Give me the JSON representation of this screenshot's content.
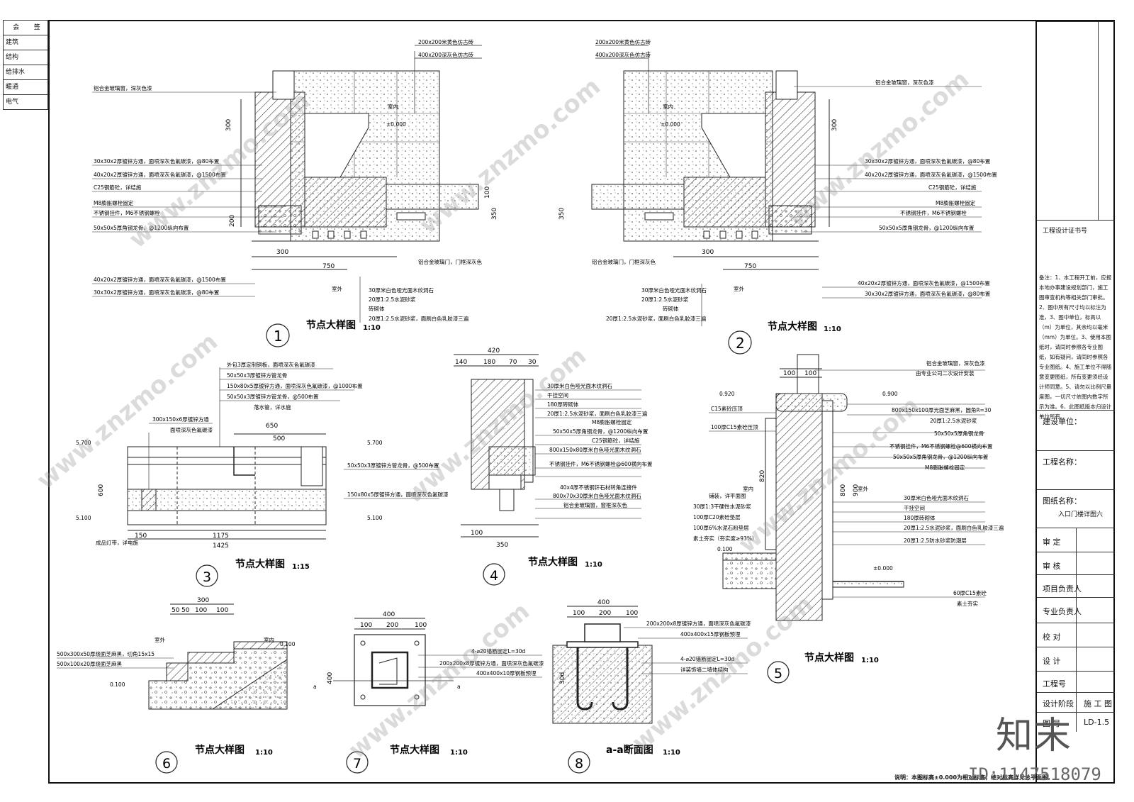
{
  "sign_table": {
    "header": [
      "会",
      "签"
    ],
    "rows": [
      "建筑",
      "结构",
      "给排水",
      "暖通",
      "电气"
    ]
  },
  "title_block": {
    "cert": "工程设计证书号",
    "notes": "备注：1、本工程开工前，应报本地办事建设规划部门，施工图审查机构等相关部门审批。2、图中所有尺寸均以标注为准，3、图中单位，标高以（m）为单位，其余均以毫米（mm）为单位。3、使用本图纸时，请同时参照各专业图纸，如有疑问，请同时参照各专业图纸。4、施工单位不得随意变更图纸，所有变更须经设计师同意。5、请勿以比例尺量度图，一切尺寸依图内数字所示为准。6、此图纸版本归设计单位所有。",
    "client": "建设单位：",
    "project": "工程名称：",
    "drawing_name_label": "图纸名称：",
    "drawing_name": "入口门楼详图六",
    "roles": [
      "审  定",
      "审  核",
      "项目负责人",
      "专业负责人",
      "校  对",
      "设  计",
      "工程号",
      "设计阶段",
      "图  号"
    ],
    "stage": "施 工 图",
    "drawing_no": "LD-1.5"
  },
  "details": [
    {
      "num": "1",
      "title": "节点大样图",
      "scale": "1:10"
    },
    {
      "num": "2",
      "title": "节点大样图",
      "scale": "1:10"
    },
    {
      "num": "3",
      "title": "节点大样图",
      "scale": "1:15"
    },
    {
      "num": "4",
      "title": "节点大样图",
      "scale": "1:10"
    },
    {
      "num": "5",
      "title": "节点大样图",
      "scale": "1:10"
    },
    {
      "num": "6",
      "title": "节点大样图",
      "scale": "1:10"
    },
    {
      "num": "7",
      "title": "节点大样图",
      "scale": "1:10"
    },
    {
      "num": "8",
      "title": "a-a断面图",
      "scale": "1:10"
    }
  ],
  "labels": {
    "d1_top": [
      "200x200米黄色仿古砖",
      "400x200深灰色仿古砖"
    ],
    "d1_left": [
      "铝合金玻璃窗，深灰色漆",
      "30x30x2厚镀锌方通，面喷深灰色氟碳漆，@80布置",
      "40x20x2厚镀锌方通，面喷深灰色氟碳漆，@1500布置",
      "C25钢筋砼，详结施",
      "M8膨胀螺栓固定",
      "不锈钢挂件，M6不锈钢螺栓",
      "50x50x5厚角钢龙骨，@1200纵向布置"
    ],
    "d1_bottom": [
      "40x20x2厚镀锌方通，面喷深灰色氟碳漆，@1500布置",
      "30x30x2厚镀锌方通，面喷深灰色氟碳漆，@80布置"
    ],
    "d1_finish": [
      "30厚米白色哑光面木纹洞石",
      "20厚1:2.5水泥砂浆",
      "砖砌体",
      "20厚1:2.5水泥砂浆，面刷白色乳胶漆三遍"
    ],
    "indoor": "室内",
    "outdoor": "室外",
    "elev0": "±0.000",
    "door": "铝合金玻璃门，门框深灰色",
    "d3": [
      "外包3厚定制铜板，面喷深灰色氟碳漆",
      "50x50x3厚镀锌方管龙骨",
      "150x80x5厚镀锌方通，面喷深灰色氟碳漆，@1000布置",
      "50x50x3厚镀锌方管龙骨，@500布置",
      "300x150x6厚镀锌方通",
      "面喷深灰色氟碳漆",
      "落水管，详水施",
      "50x50x3厚镀锌方管龙骨，@500布置",
      "150x80x5厚镀锌方通，面喷深灰色氟碳漆",
      "成品灯带，详电施"
    ],
    "d3_elev": [
      "5.700",
      "5.700",
      "5.100",
      "5.100"
    ],
    "d4": [
      "30厚米白色哑光面木纹洞石",
      "干挂空间",
      "180厚砖砌体",
      "20厚1:2.5水泥砂浆，面刷白色乳胶漆三遍",
      "M8膨胀螺栓固定",
      "50x50x5厚角钢龙骨，@1200纵向布置",
      "C25钢筋砼，详结施",
      "800x150x80厚米白色哑光面木纹洞石",
      "不锈钢挂件，M6不锈钢螺栓@600横向布置",
      "40x4厚不锈钢钎石材转角连接件",
      "800x70x30厚米白色哑光面木纹洞石",
      "铝合金玻璃窗，窗框深灰色"
    ],
    "d5": [
      "铝合金玻璃窗，深灰色漆",
      "由专业公司二次设计安装",
      "800x150x100厚光面芝麻黑，圆角R=30",
      "20厚1:2.5水泥砂浆",
      "50x50x5厚角钢龙骨",
      "不锈钢挂件，M6不锈钢螺栓@600横向布置",
      "50x50x5厚角钢龙骨，@1200纵向布置",
      "M8膨胀螺栓固定",
      "30厚米白色哑光面木纹洞石",
      "干挂空间",
      "180厚砖砌体",
      "20厚1:2.5水泥砂浆，面刷白色乳胶漆三遍",
      "20厚1:2.5防水砂浆防潮层",
      "60厚C15素砼",
      "素土夯实",
      "C15素砼压顶",
      "100厚C15素砼压顶",
      "铺装，详平面图",
      "30厚1:3干硬性水泥砂浆",
      "100厚C20素砼垫层",
      "100厚6%水泥石粉垫层",
      "素土夯实（夯实度≥93%）"
    ],
    "d5_elev": [
      "0.920",
      "0.900",
      "0.100",
      "±0.000"
    ],
    "d6": [
      "室外",
      "室内",
      "500x300x50厚烧面芝麻黑，切角15x15",
      "500x100x20厚烧面芝麻黑"
    ],
    "d6_elev": [
      "0.100",
      "0.100"
    ],
    "d7": [
      "4-⌀20锚筋固定L=30d",
      "200x200x8厚镀锌方通，面喷深灰色氟碳漆",
      "400x400x10厚钢板预埋"
    ],
    "d8": [
      "200x200x8厚镀锌方通，面喷深灰色氟碳漆",
      "400x400x15厚钢板预埋",
      "4-⌀20锚筋固定L=30d",
      "详装饰墙二墙体结构"
    ],
    "section_mark": "a"
  },
  "footer_note": "说明：本图标高±0.000为相对标高，绝对标高详见总平面图。",
  "watermark": "www.znzmo.com",
  "logo": "知末",
  "id_text": "ID:1147518079"
}
